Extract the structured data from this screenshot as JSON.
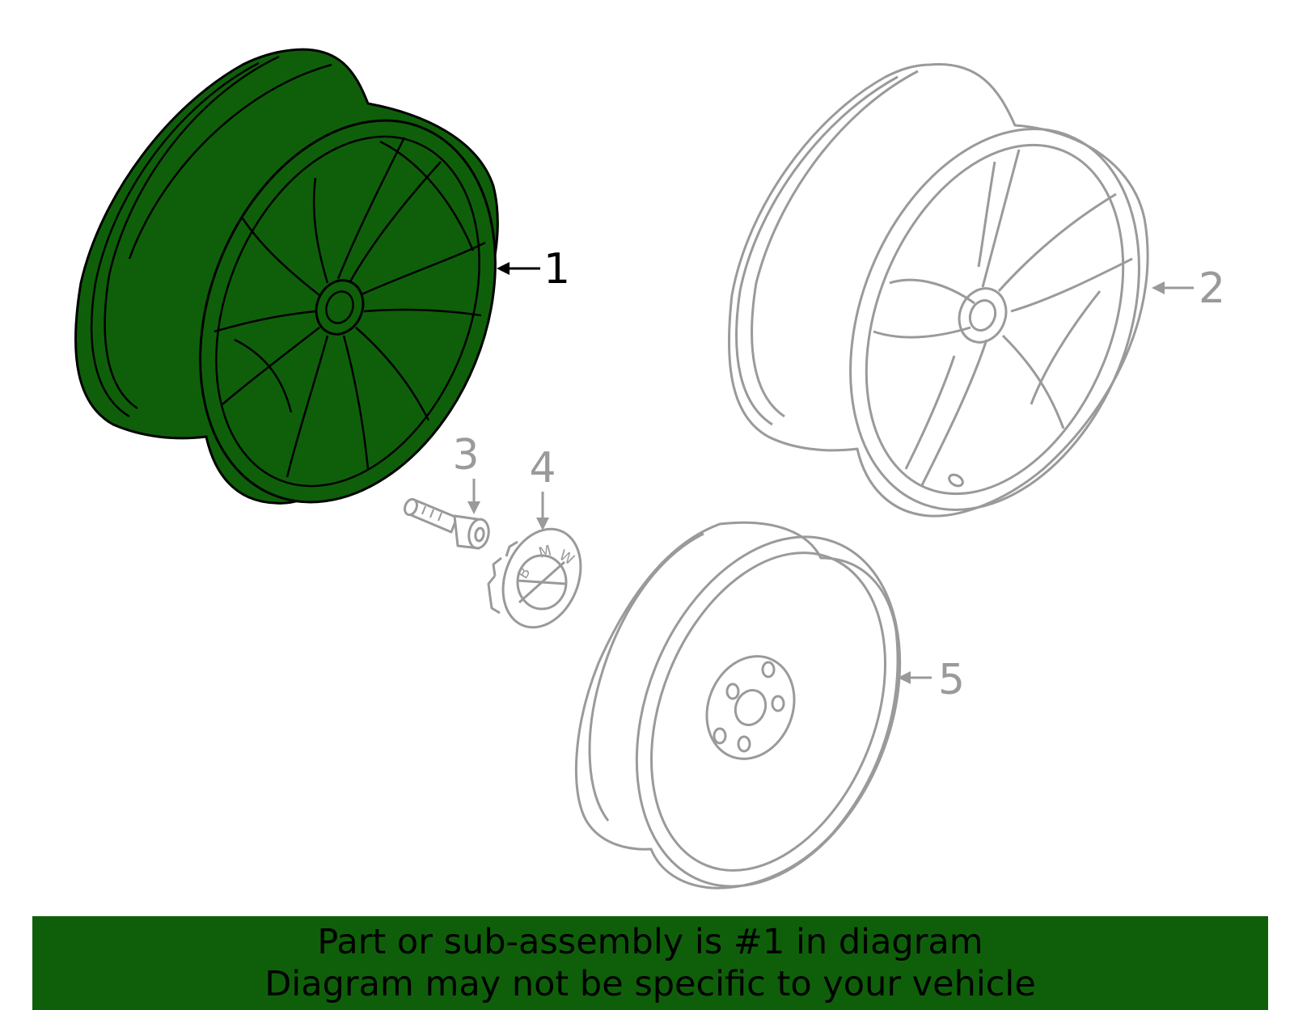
{
  "diagram": {
    "callouts": [
      {
        "number": "1",
        "part": "highlighted-wheel"
      },
      {
        "number": "2",
        "part": "alloy-wheel"
      },
      {
        "number": "3",
        "part": "wheel-bolt"
      },
      {
        "number": "4",
        "part": "center-cap"
      },
      {
        "number": "5",
        "part": "spare-wheel"
      }
    ],
    "cap_letters": [
      "B",
      "M",
      "W"
    ]
  },
  "banner": {
    "line1": "Part or sub-assembly is #1 in diagram",
    "line2": "Diagram may not be specific to your vehicle"
  },
  "colors": {
    "highlight_fill": "#0f5f0a",
    "highlight_outline": "#000000",
    "part_outline": "#9a9a9a",
    "banner_bg": "#0f5f0a",
    "banner_text": "#000000"
  }
}
